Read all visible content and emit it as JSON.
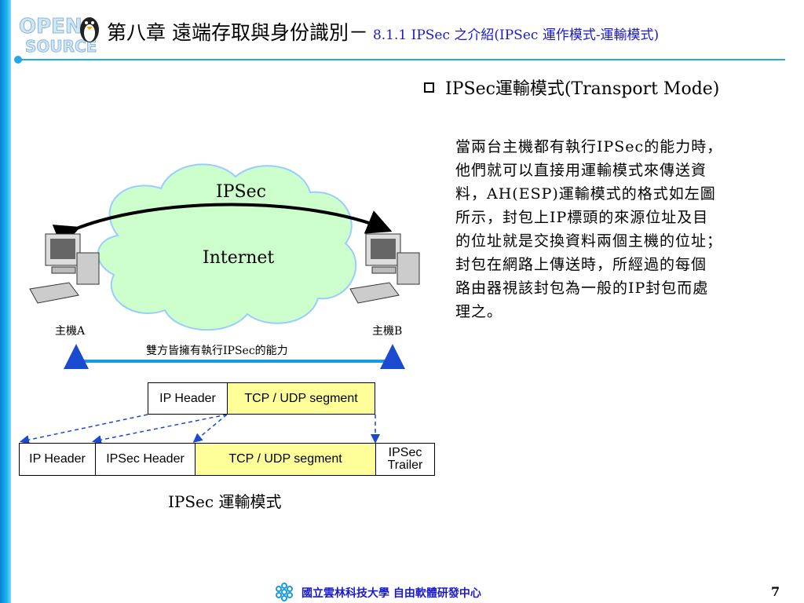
{
  "header": {
    "logo_text": "OPEN SOURCE",
    "chapter": "第八章 遠端存取與身份識別－",
    "section": "8.1.1 IPSec 之介紹(IPSec 運作模式-運輸模式)"
  },
  "content": {
    "bullet": "IPSec運輸模式(Transport Mode)",
    "paragraph_lines": [
      "當兩台主機都有執行IPSec的能力時，",
      "他們就可以直接用運輸模式來傳送資",
      "料，AH(ESP)運輸模式的格式如左圖",
      "所示，封包上IP標頭的來源位址及目",
      "的位址就是交換資料兩個主機的位址；",
      "封包在網路上傳送時，所經過的每個",
      "路由器視該封包為一般的IP封包而處",
      "理之。"
    ]
  },
  "diagram": {
    "tunnel_label": "IPSec",
    "cloud_label": "Internet",
    "host_a": "主機A",
    "host_b": "主機B",
    "both_capable": "雙方皆擁有執行IPSec的能力",
    "original_packet": {
      "ip_header": "IP Header",
      "segment": "TCP / UDP segment"
    },
    "transport_packet": {
      "ip_header": "IP Header",
      "ipsec_header": "IPSec Header",
      "segment": "TCP / UDP segment",
      "trailer_line1": "IPSec",
      "trailer_line2": "Trailer"
    },
    "caption": "IPSec 運輸模式"
  },
  "footer": {
    "org": "國立雲林科技大學 自由軟體研發中心",
    "page": "7"
  },
  "colors": {
    "accent": "#21a8e8",
    "link_blue": "#1a1ac8",
    "cloud_fill": "#ccffcc",
    "cloud_stroke": "#99ccff",
    "segment_fill": "#ffff99"
  }
}
